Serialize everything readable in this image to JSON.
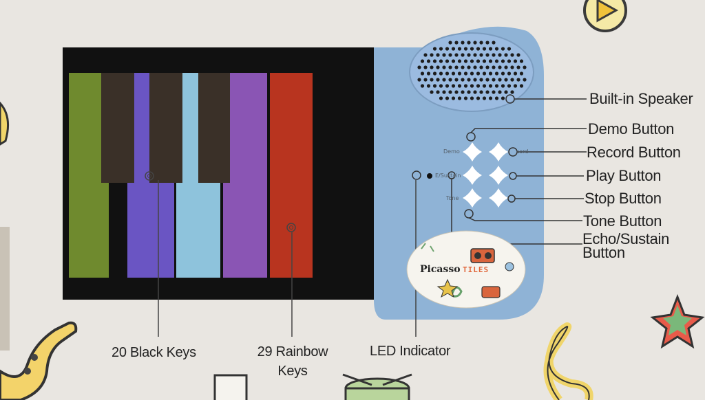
{
  "diagram": {
    "callouts": {
      "speaker": "Built-in Speaker",
      "demo": "Demo Button",
      "record": "Record Button",
      "play": "Play Button",
      "stop": "Stop Button",
      "tone": "Tone Button",
      "echo_line1": "Echo/Sustain",
      "echo_line2": "Button",
      "black_keys": "20 Black Keys",
      "rainbow_line1": "29 Rainbow",
      "rainbow_line2": "Keys",
      "led": "LED Indicator"
    },
    "panel_labels": {
      "demo": "Demo",
      "record": "cord",
      "sustain": "E/Sustain",
      "tone": "Tone"
    },
    "logo": {
      "word1": "Picasso",
      "word2": "TILES"
    }
  },
  "colors": {
    "background": "#e9e6e1",
    "keyboard_frame": "#111111",
    "panel_blue": "#8fb3d6",
    "key_green": "#6f8a2e",
    "key_blue_violet": "#6a55c3",
    "key_light_blue": "#8ec3dc",
    "key_purple": "#8a55b4",
    "key_red": "#b8341f",
    "black_key": "#3a3028"
  },
  "icons": [
    "play-icon",
    "saxophone-icon",
    "star-icon",
    "music-note-icon",
    "drum-icon"
  ]
}
